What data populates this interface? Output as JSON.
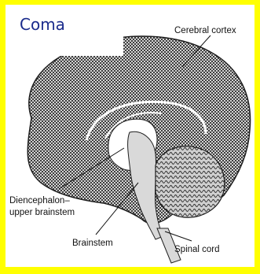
{
  "title": "Coma",
  "labels": {
    "cerebral_cortex": "Cerebral cortex",
    "diencephalon_line1": "Diencephalon–",
    "diencephalon_line2": "upper brainstem",
    "brainstem": "Brainstem",
    "spinal_cord": "Spinal cord"
  },
  "colors": {
    "frame": "#ffff00",
    "title": "#1a2b8c",
    "hatch": "#1f1f1f"
  }
}
